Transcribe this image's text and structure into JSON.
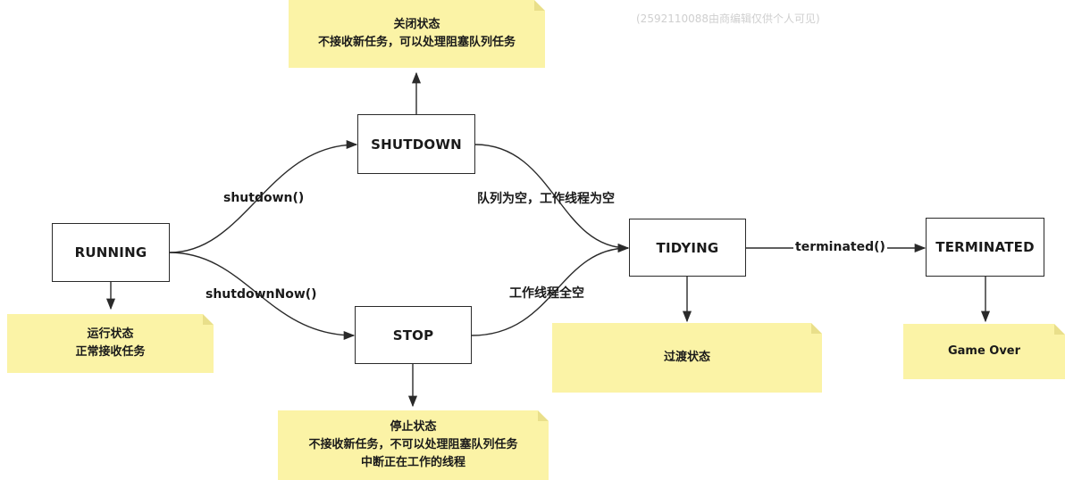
{
  "watermark": "(2592110088由商编辑仅供个人可见)",
  "states": {
    "running": "RUNNING",
    "shutdown": "SHUTDOWN",
    "stop": "STOP",
    "tidying": "TIDYING",
    "terminated": "TERMINATED"
  },
  "notes": {
    "running": [
      "运行状态",
      "正常接收任务"
    ],
    "shutdown": [
      "关闭状态",
      "不接收新任务，可以处理阻塞队列任务"
    ],
    "stop": [
      "停止状态",
      "不接收新任务，不可以处理阻塞队列任务",
      "中断正在工作的线程"
    ],
    "tidying": [
      "过渡状态"
    ],
    "terminated": [
      "Game Over"
    ]
  },
  "edges": {
    "shutdown_call": "shutdown()",
    "shutdownNow_call": "shutdownNow()",
    "queue_and_workers_empty": "队列为空，工作线程为空",
    "workers_all_empty": "工作线程全空",
    "terminated_call": "terminated()"
  }
}
